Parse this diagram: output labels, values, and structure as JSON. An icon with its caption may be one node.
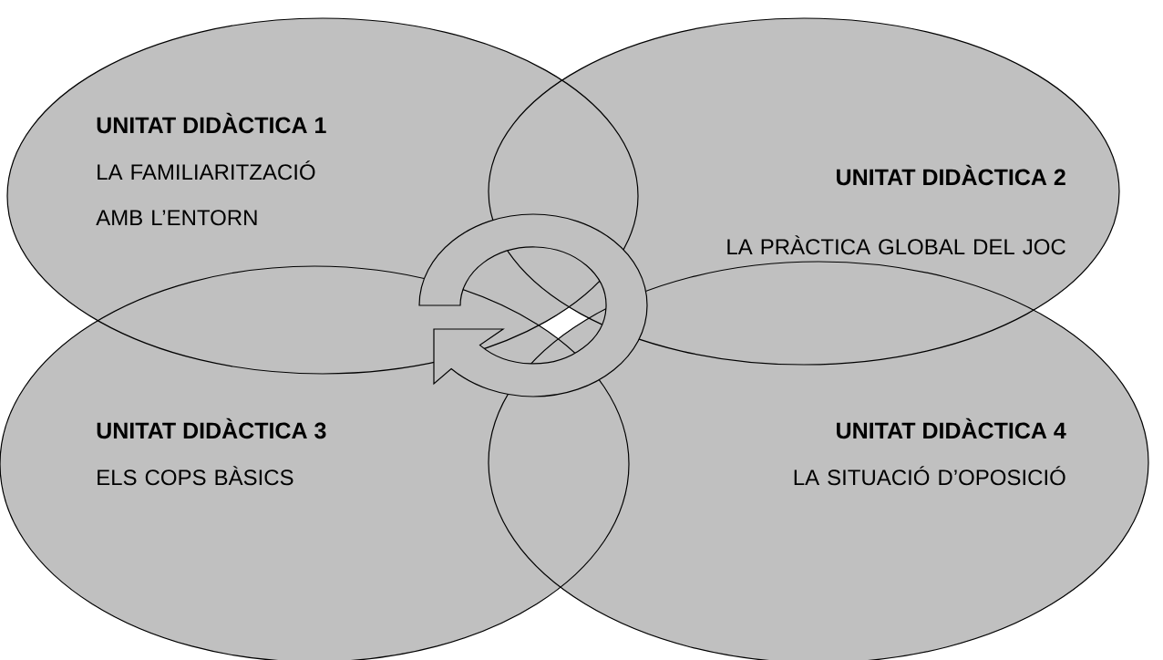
{
  "diagram": {
    "nodes": [
      {
        "text": [
          "UNITAT DIDÀCTICA 1",
          "LA FAMILIARITZACIÓ AMB L’ENTORN"
        ]
      },
      {
        "text": [
          "UNITAT DIDÀCTICA 2",
          "LA PRÀCTICA GLOBAL DEL JOC"
        ]
      },
      {
        "text": [
          "UNITAT DIDÀCTICA 3",
          "ELS COPS BÀSICS"
        ]
      },
      {
        "text": [
          "UNITAT DIDÀCTICA 4",
          "LA SITUACIÓ D’OPOSICIÓ"
        ]
      }
    ]
  }
}
